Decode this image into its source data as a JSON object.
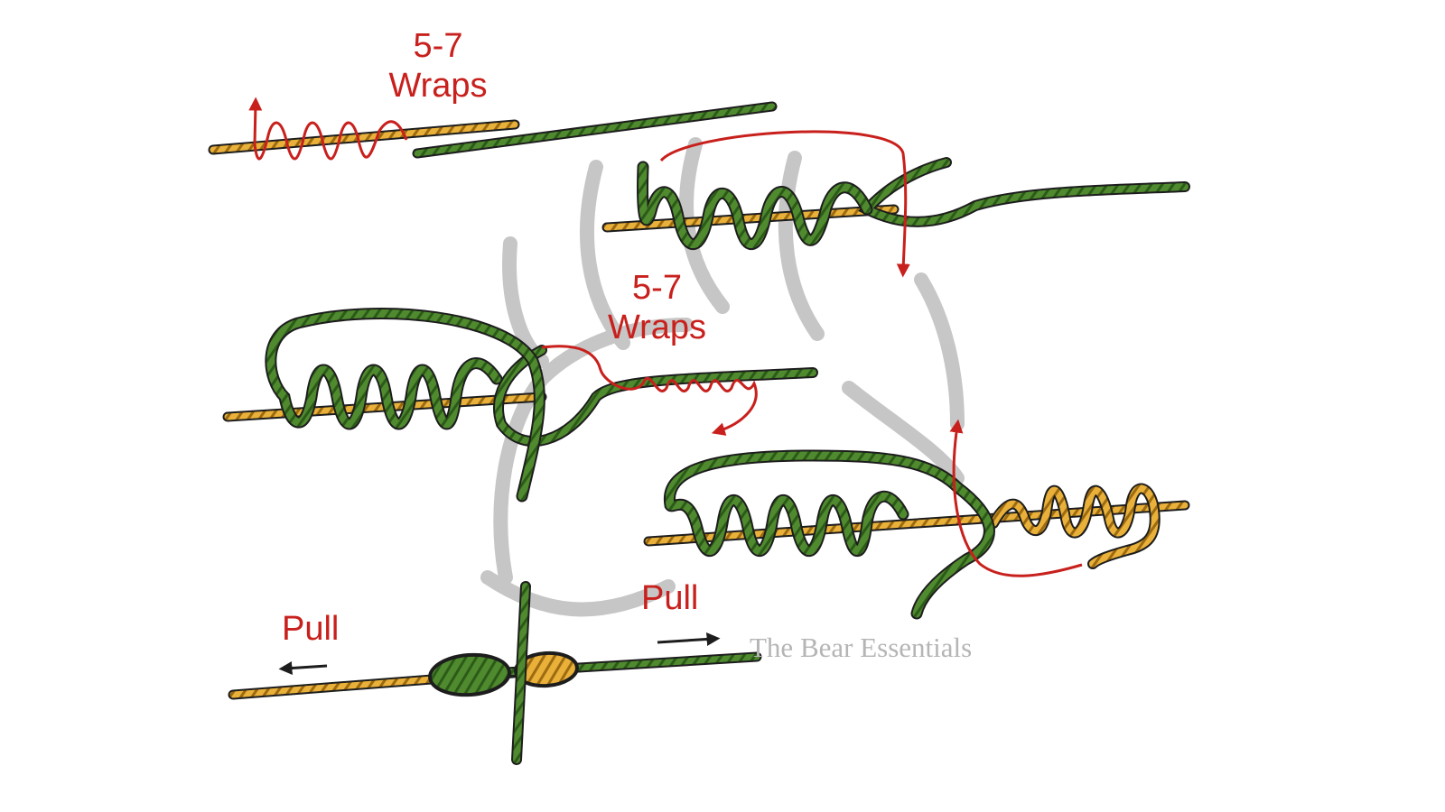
{
  "labels": {
    "step1_wraps_top": "5-7",
    "step1_wraps_bottom": "Wraps",
    "step3_wraps_top": "5-7",
    "step3_wraps_bottom": "Wraps",
    "pull_left": "Pull",
    "pull_right": "Pull"
  },
  "watermark": "The Bear Essentials",
  "colors": {
    "green_line": "#4f8a2f",
    "yellow_line": "#e9b13a",
    "outline": "#1d1d1d",
    "arrow_red": "#c8201c",
    "watermark_grey": "#bdbdbd"
  },
  "icons": [
    "bear-logo-icon",
    "arrow-left-icon",
    "arrow-right-icon"
  ]
}
